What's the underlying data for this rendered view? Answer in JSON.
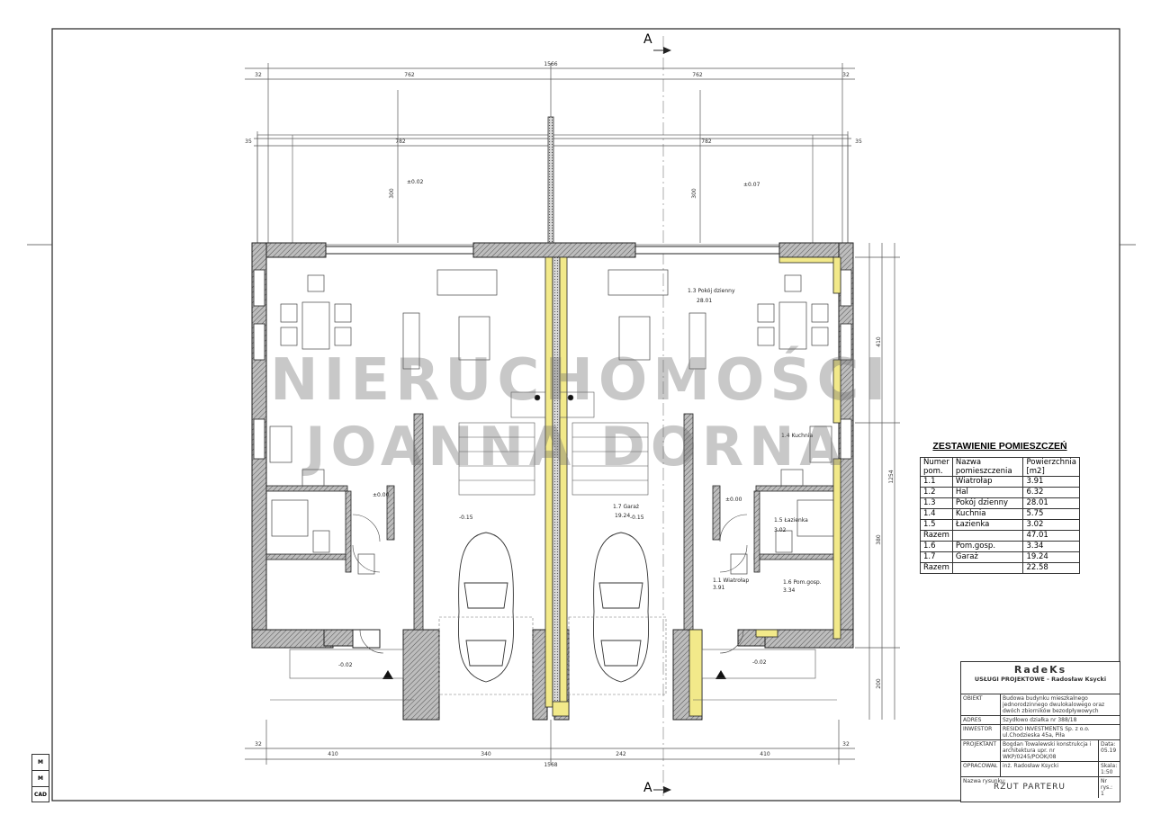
{
  "section_markers": {
    "top": "A",
    "bottom": "A"
  },
  "dimensions": {
    "total_top": "1566",
    "total_bottom": "1568",
    "half_left_top": "762",
    "half_right_top": "762",
    "half_left_inner": "782",
    "half_right_inner": "782",
    "edge_32": "32",
    "edge_35": "35",
    "terrace_depth": "300",
    "bottom_410": "410",
    "bottom_340": "340",
    "bottom_242": "242",
    "right_total": "1254",
    "right_410": "410",
    "right_380": "380",
    "right_200": "200"
  },
  "levels": {
    "terrace_left": "±0.02",
    "terrace_right": "±0.07",
    "hall_left": "±0.00",
    "garage_left": "-0.15",
    "garage_right": "-0.15",
    "hall_right": "±0.00",
    "entry_left": "-0.02",
    "entry_right": "-0.02"
  },
  "room_labels": {
    "living_right": "1.3 Pokój dzienny",
    "living_right_area": "28.01",
    "garage_right": "1.7 Garaż",
    "garage_right_area": "19.24",
    "bath_right": "1.5 Łazienka",
    "bath_right_area": "3.02",
    "windbreak_right": "1.1 Wiatrołap",
    "windbreak_right_area": "3.91",
    "utility_right": "1.6 Pom.gosp.",
    "utility_right_area": "3.34",
    "kitchen_right": "1.4 Kuchnia"
  },
  "watermark": {
    "line1": "NIERUCHOMOŚCI",
    "line2": "JOANNA DORNA"
  },
  "room_schedule": {
    "title": "ZESTAWIENIE POMIESZCZEŃ",
    "headers": [
      "Numer pom.",
      "Nazwa pomieszczenia",
      "Powierzchnia [m2]"
    ],
    "rows": [
      [
        "1.1",
        "Wiatrołap",
        "3.91"
      ],
      [
        "1.2",
        "Hal",
        "6.32"
      ],
      [
        "1.3",
        "Pokój dzienny",
        "28.01"
      ],
      [
        "1.4",
        "Kuchnia",
        "5.75"
      ],
      [
        "1.5",
        "Łazienka",
        "3.02"
      ],
      [
        "Razem",
        "",
        "47.01"
      ],
      [
        "1.6",
        "Pom.gosp.",
        "3.34"
      ],
      [
        "1.7",
        "Garaż",
        "19.24"
      ],
      [
        "Razem",
        "",
        "22.58"
      ]
    ]
  },
  "title_block": {
    "firm": "RadeKs",
    "subtitle": "USŁUGI PROJEKTOWE - Radosław Ksycki",
    "object_label": "OBIEKT",
    "object_value": "Budowa budynku mieszkalnego jednorodzinnego dwulokalowego oraz dwóch zbiorników bezodpływowych",
    "address_label": "ADRES",
    "address_value": "Szydłowo działka nr 388/18",
    "investor_label": "INWESTOR",
    "investor_value": "RESIDO INVESTMENTS Sp. z o.o. ul.Chodzieska 45a, Piła",
    "designer_label": "PROJEKTANT",
    "designer_value": "Bogdan Towalewski konstrukcja i architektura upr. nr WKP/0245/POOK/08",
    "date_label": "Data:",
    "date_value": "05.19",
    "prepared_label": "OPRACOWAŁ",
    "prepared_value": "inż. Radosław Ksycki",
    "scale_label": "Skala:",
    "scale_value": "1:50",
    "drawing_name_label": "Nazwa rysunku:",
    "drawing_name": "RZUT PARTERU",
    "sheet_label": "Nr rys.:",
    "sheet_no": "1"
  },
  "logo": {
    "l1": "M",
    "l2": "M",
    "l3": "CAD"
  }
}
